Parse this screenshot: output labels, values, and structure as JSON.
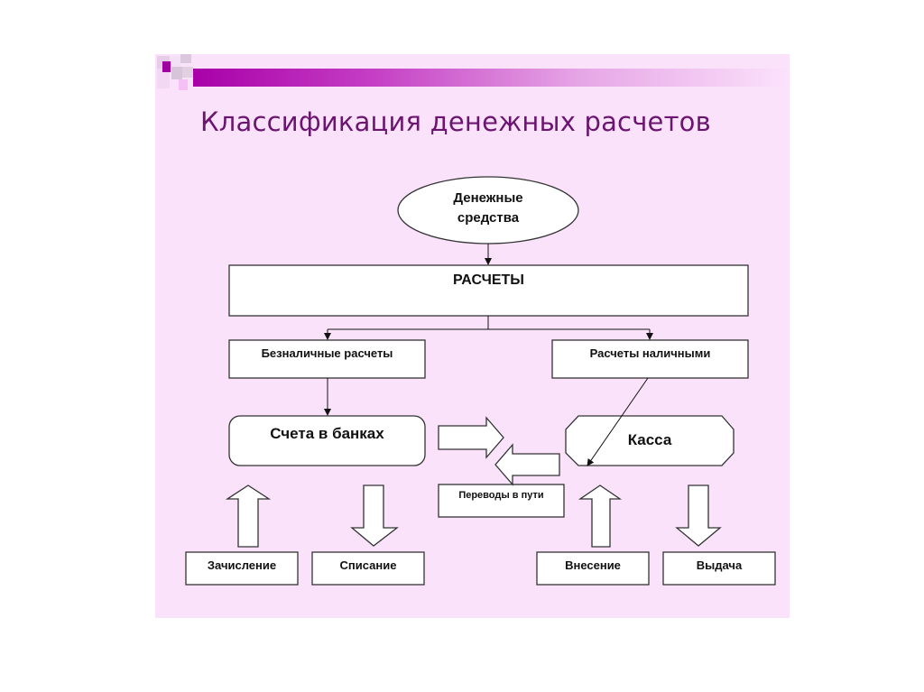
{
  "slide": {
    "title": "Классификация денежных расчетов",
    "colors": {
      "background": "#fbe2fb",
      "accent": "#a800a8",
      "title_text": "#6b1570",
      "box_fill": "#ffffff",
      "box_stroke": "#333333"
    }
  },
  "diagram": {
    "root": {
      "line1": "Денежные",
      "line2": "средства",
      "shape": "ellipse"
    },
    "main": {
      "label": "РАСЧЕТЫ",
      "shape": "rectangle"
    },
    "branches": {
      "cashless": {
        "label": "Безналичные расчеты",
        "shape": "rectangle"
      },
      "cash": {
        "label": "Расчеты наличными",
        "shape": "rectangle"
      }
    },
    "accounts": {
      "bank": {
        "label": "Счета в банках",
        "shape": "rounded-rectangle"
      },
      "kassa": {
        "label": "Касса",
        "shape": "octagon"
      }
    },
    "transfer": {
      "label": "Переводы в пути",
      "shape": "rectangle"
    },
    "operations": {
      "credit": {
        "label": "Зачисление",
        "arrow": "up"
      },
      "debit": {
        "label": "Списание",
        "arrow": "down"
      },
      "deposit": {
        "label": "Внесение",
        "arrow": "up"
      },
      "withdrawal": {
        "label": "Выдача",
        "arrow": "down"
      }
    },
    "edges": [
      {
        "from": "root",
        "to": "main",
        "type": "arrow"
      },
      {
        "from": "main",
        "to": "cashless",
        "type": "arrow"
      },
      {
        "from": "main",
        "to": "cash",
        "type": "arrow"
      },
      {
        "from": "cashless",
        "to": "bank",
        "type": "arrow"
      },
      {
        "from": "cash",
        "to": "kassa",
        "type": "arrow"
      },
      {
        "from": "bank",
        "to": "kassa",
        "type": "block-arrow-right"
      },
      {
        "from": "kassa",
        "to": "bank",
        "type": "block-arrow-left"
      },
      {
        "from": "credit",
        "to": "bank",
        "type": "block-arrow-up"
      },
      {
        "from": "bank",
        "to": "debit",
        "type": "block-arrow-down"
      },
      {
        "from": "deposit",
        "to": "kassa",
        "type": "block-arrow-up"
      },
      {
        "from": "kassa",
        "to": "withdrawal",
        "type": "block-arrow-down"
      }
    ]
  }
}
